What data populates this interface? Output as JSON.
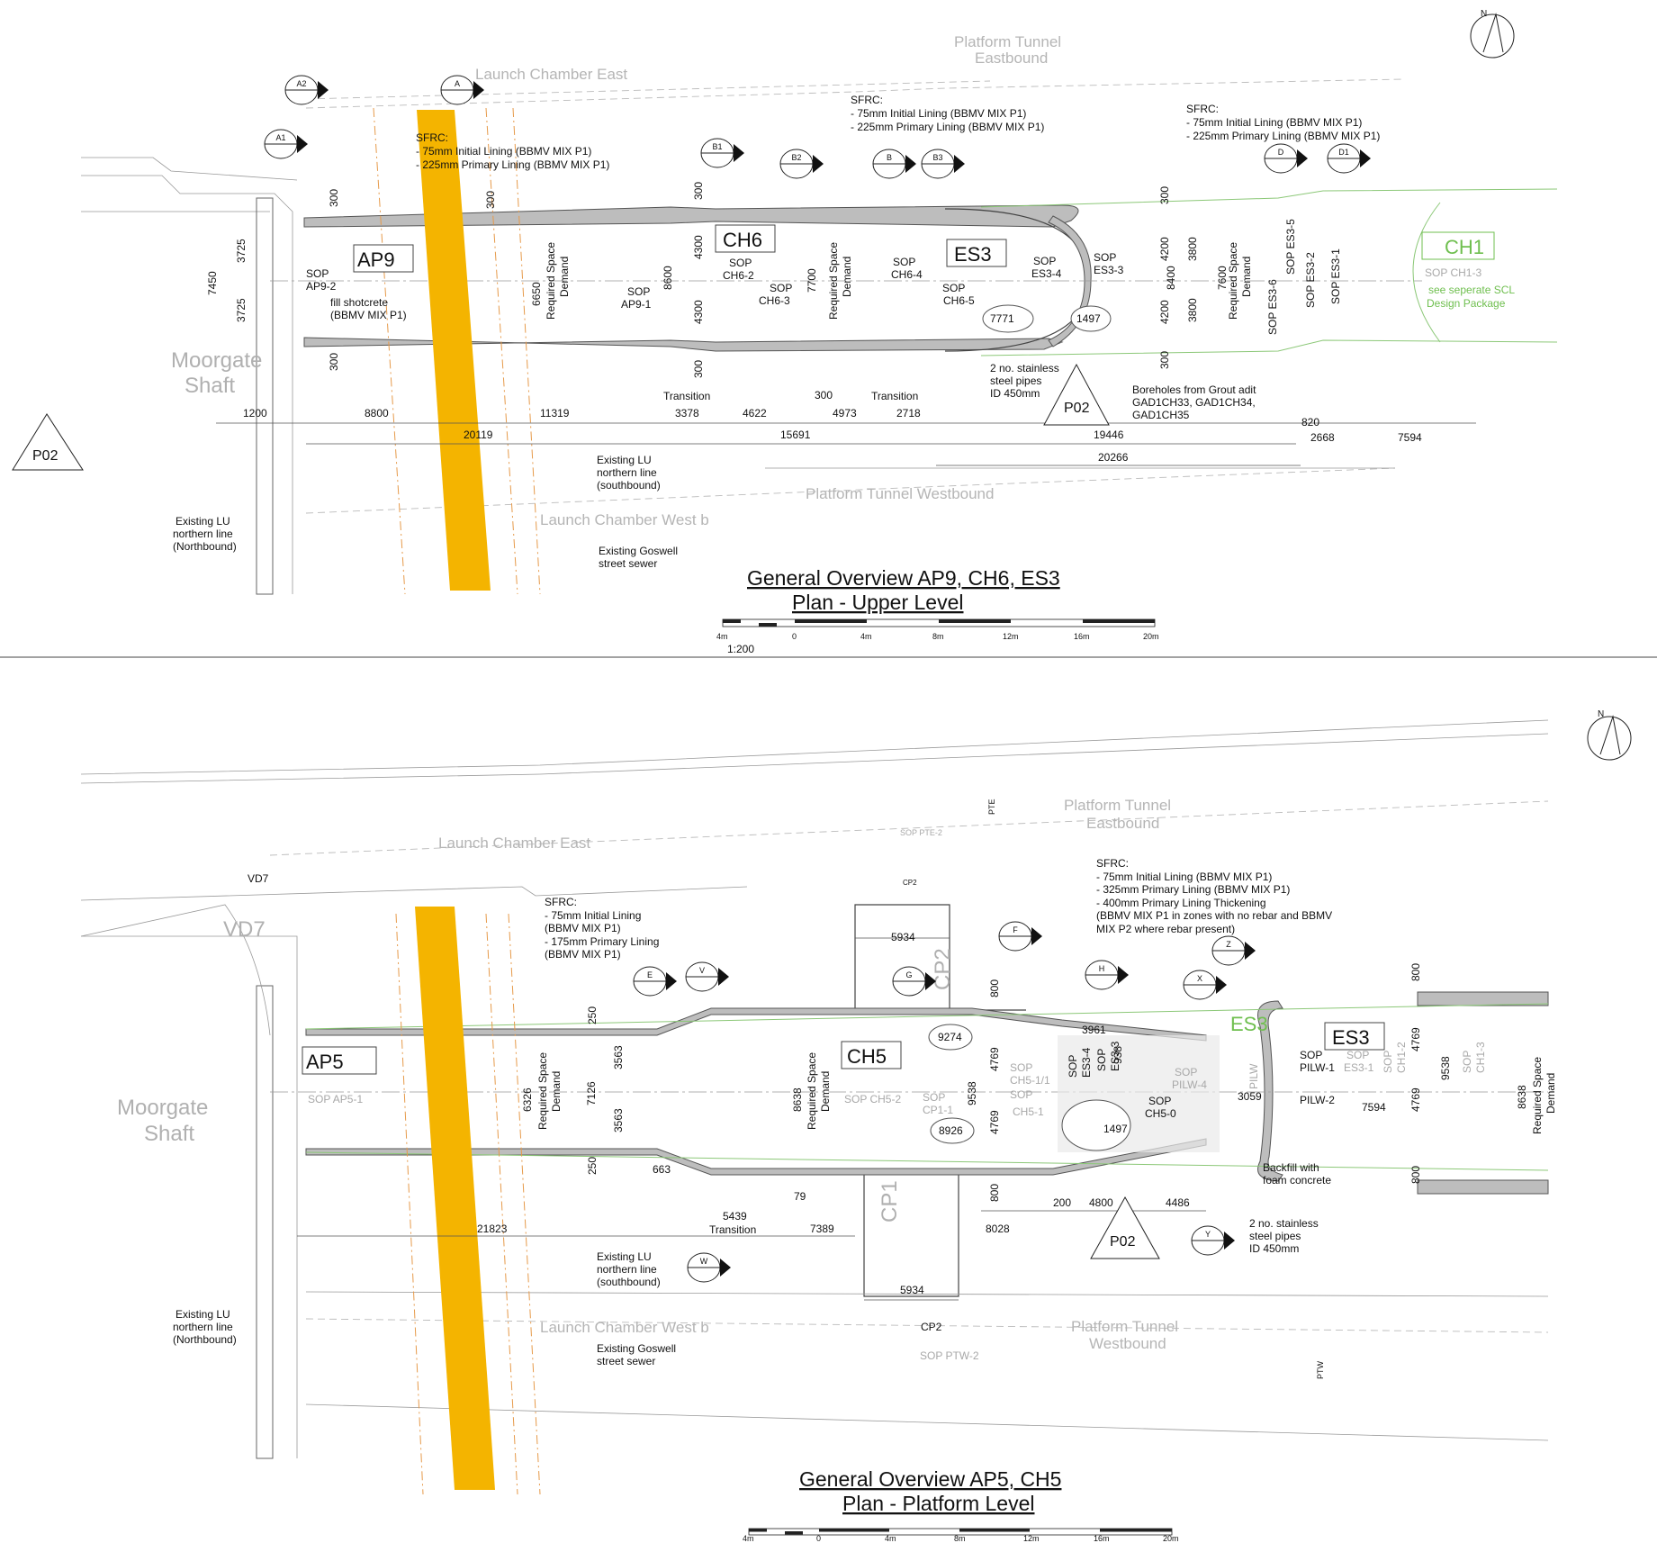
{
  "upper": {
    "title_line1": "General Overview AP9, CH6, ES3",
    "title_line2": "Plan - Upper Level",
    "scale_note": "1:200",
    "scale_ticks": [
      "4m",
      "0",
      "4m",
      "8m",
      "12m",
      "16m",
      "20m"
    ],
    "labels": {
      "moorgate": "Moorgate",
      "shaft": "Shaft",
      "launch_east": "Launch Chamber East",
      "launch_west": "Launch Chamber West b",
      "platform_east_1": "Platform Tunnel",
      "platform_east_2": "Eastbound",
      "platform_west": "Platform Tunnel Westbound",
      "ap9": "AP9",
      "ch6": "CH6",
      "es3": "ES3",
      "ch1": "CH1",
      "p02": "P02",
      "p02_left": "P02",
      "sop_ap9_2a": "SOP",
      "sop_ap9_2b": "AP9-2",
      "sop_ap9_1a": "SOP",
      "sop_ap9_1b": "AP9-1",
      "sop_ch6_2a": "SOP",
      "sop_ch6_2b": "CH6-2",
      "sop_ch6_3a": "SOP",
      "sop_ch6_3b": "CH6-3",
      "sop_ch6_4a": "SOP",
      "sop_ch6_4b": "CH6-4",
      "sop_ch6_5a": "SOP",
      "sop_ch6_5b": "CH6-5",
      "sop_es3_4a": "SOP",
      "sop_es3_4b": "ES3-4",
      "sop_es3_3a": "SOP",
      "sop_es3_3b": "ES3-3",
      "sop_es3_6": "SOP ES3-6",
      "sop_es3_5": "SOP ES3-5",
      "sop_es3_2": "SOP ES3-2",
      "sop_es3_1": "SOP ES3-1",
      "sop_ch1_3": "SOP CH1-3",
      "see_scl_1": "see seperate SCL",
      "see_scl_2": "Design Package",
      "sfrc_1": "SFRC:",
      "sfrc_1a": "- 75mm Initial Lining (BBMV MIX P1)",
      "sfrc_1b": "- 225mm Primary Lining (BBMV MIX P1)",
      "sfrc_2": "SFRC:",
      "sfrc_2a": "- 75mm Initial Lining (BBMV MIX P1)",
      "sfrc_2b": "- 225mm Primary Lining (BBMV MIX P1)",
      "sfrc_3": "SFRC:",
      "sfrc_3a": "- 75mm Initial Lining (BBMV MIX P1)",
      "sfrc_3b": "- 225mm Primary Lining (BBMV MIX P1)",
      "fill_1": "fill shotcrete",
      "fill_2": "(BBMV MIX P1)",
      "req_space_1": "Required Space",
      "req_space_2": "Demand",
      "pipes_1": "2 no. stainless",
      "pipes_2": "steel pipes",
      "pipes_3": "ID 450mm",
      "bore_1": "Boreholes from Grout adit",
      "bore_2": "GAD1CH33, GAD1CH34,",
      "bore_3": "GAD1CH35",
      "lu_sb_1": "Existing LU",
      "lu_sb_2": "northern line",
      "lu_sb_3": "(southbound)",
      "lu_nb_1": "Existing LU",
      "lu_nb_2": "northern line",
      "lu_nb_3": "(Northbound)",
      "sewer_1": "Existing Goswell",
      "sewer_2": "street sewer",
      "transition": "Transition",
      "cloud_7771": "7771",
      "cloud_1497": "1497"
    },
    "dims": {
      "d1200": "1200",
      "d8800": "8800",
      "d11319": "11319",
      "d3378": "3378",
      "d4622": "4622",
      "d300a": "300",
      "d4973": "4973",
      "d2718": "2718",
      "d20119": "20119",
      "d15691": "15691",
      "d19446": "19446",
      "d820": "820",
      "d2668": "2668",
      "d7594": "7594",
      "d20266": "20266",
      "v7450": "7450",
      "v3725a": "3725",
      "v3725b": "3725",
      "v300a": "300",
      "v300b": "300",
      "v300c": "300",
      "v300d": "300",
      "v300e": "300",
      "v300f": "300",
      "v6650": "6650",
      "v8600": "8600",
      "v4300a": "4300",
      "v4300b": "4300",
      "v7700": "7700",
      "v4200a": "4200",
      "v4200b": "4200",
      "v3800a": "3800",
      "v3800b": "3800",
      "v8400": "8400",
      "v7600": "7600"
    },
    "sections": [
      "A2",
      "A",
      "A1",
      "B1",
      "B2",
      "B",
      "B3",
      "D",
      "D1"
    ]
  },
  "lower": {
    "title_line1": "General Overview AP5, CH5",
    "title_line2": "Plan - Platform Level",
    "scale_ticks": [
      "4m",
      "0",
      "4m",
      "8m",
      "12m",
      "16m",
      "20m"
    ],
    "labels": {
      "moorgate": "Moorgate",
      "shaft": "Shaft",
      "launch_east": "Launch Chamber East",
      "launch_west": "Launch Chamber West b",
      "platform_east_1": "Platform Tunnel",
      "platform_east_2": "Eastbound",
      "platform_west_1": "Platform Tunnel",
      "platform_west_2": "Westbound",
      "vd7": "VD7",
      "cl_vd7": "VD7",
      "cp1": "CP1",
      "cp2": "CP2",
      "cl_cp2": "CP2",
      "cl_pte": "PTE",
      "cl_ptw": "PTW",
      "sop_pte2": "SOP PTE-2",
      "sop_ptw2": "SOP PTW-2",
      "cl_cp2_top": "CP2",
      "ap5": "AP5",
      "ch5": "CH5",
      "es3_green": "ES3",
      "es3": "ES3",
      "p02": "P02",
      "sop_ap5_1": "SOP AP5-1",
      "sop_ch5_2": "SOP CH5-2",
      "sop_cp1_1a": "SOP",
      "sop_cp1_1b": "CP1-1",
      "sop_ch5_11a": "SOP",
      "sop_ch5_11b": "CH5-1/1",
      "sop_ch5_1": "CH5-1",
      "sop_es3_4a": "SOP",
      "sop_es3_4b": "ES3-4",
      "sop_es3_3a": "SOP",
      "sop_es3_3b": "ES3-3",
      "sop_pilw4a": "SOP",
      "sop_pilw4b": "PILW-4",
      "sop_ch50a": "SOP",
      "sop_ch50b": "CH5-0",
      "cl_pilw": "PILW",
      "sop_pilw1a": "SOP",
      "sop_pilw1b": "PILW-1",
      "sop_pilw2": "PILW-2",
      "sop_es31a": "SOP",
      "sop_es31b": "ES3-1",
      "sop_ch12a": "SOP",
      "sop_ch12b": "CH1-2",
      "sop_ch13a": "SOP",
      "sop_ch13b": "CH1-3",
      "sfrc_1": "SFRC:",
      "sfrc_1a": "- 75mm Initial Lining",
      "sfrc_1b": "(BBMV MIX P1)",
      "sfrc_1c": "- 175mm Primary Lining",
      "sfrc_1d": "(BBMV MIX P1)",
      "sfrc_2": "SFRC:",
      "sfrc_2a": "- 75mm Initial Lining (BBMV MIX P1)",
      "sfrc_2b": "- 325mm Primary Lining (BBMV MIX P1)",
      "sfrc_2c": "- 400mm Primary Lining Thickening",
      "sfrc_2d": "(BBMV MIX P1 in zones with no rebar and BBMV",
      "sfrc_2e": "MIX P2 where rebar present)",
      "req_space_1": "Required Space",
      "req_space_2": "Demand",
      "backfill_1": "Backfill with",
      "backfill_2": "foam concrete",
      "pipes_1": "2 no. stainless",
      "pipes_2": "steel pipes",
      "pipes_3": "ID 450mm",
      "lu_sb_1": "Existing LU",
      "lu_sb_2": "northern line",
      "lu_sb_3": "(southbound)",
      "lu_nb_1": "Existing LU",
      "lu_nb_2": "northern line",
      "lu_nb_3": "(Northbound)",
      "sewer_1": "Existing Goswell",
      "sewer_2": "street sewer",
      "transition": "Transition",
      "cloud_9274": "9274",
      "cloud_8926": "8926",
      "cloud_1497": "1497"
    },
    "dims": {
      "d21823": "21823",
      "d663": "663",
      "d5439": "5439",
      "d79": "79",
      "d7389": "7389",
      "d8028": "8028",
      "d200": "200",
      "d4800": "4800",
      "d4486": "4486",
      "d5934a": "5934",
      "d5934b": "5934",
      "d3961": "3961",
      "d3059": "3059",
      "d7594": "7594",
      "v250a": "250",
      "v250b": "250",
      "v3563a": "3563",
      "v3563b": "3563",
      "v7126": "7126",
      "v6326": "6326",
      "v8638a": "8638",
      "v9538a": "9538",
      "v4769a": "4769",
      "v4769b": "4769",
      "v800a": "800",
      "v800b": "800",
      "v938": "938",
      "v4769c": "4769",
      "v4769d": "4769",
      "v9538b": "9538",
      "v800c": "800",
      "v800d": "800",
      "v8638b": "8638"
    },
    "sections": [
      "V",
      "E",
      "W",
      "G",
      "F",
      "H",
      "X",
      "Z",
      "Y"
    ]
  },
  "colors": {
    "sewer": "#f4b400",
    "lining": "#bdbdbd",
    "green": "#6fbf4f",
    "orange": "#e69a4a"
  },
  "icons": [
    "north-arrow-icon",
    "section-marker-icon",
    "p02-triangle-icon",
    "cloud-revision-icon"
  ]
}
